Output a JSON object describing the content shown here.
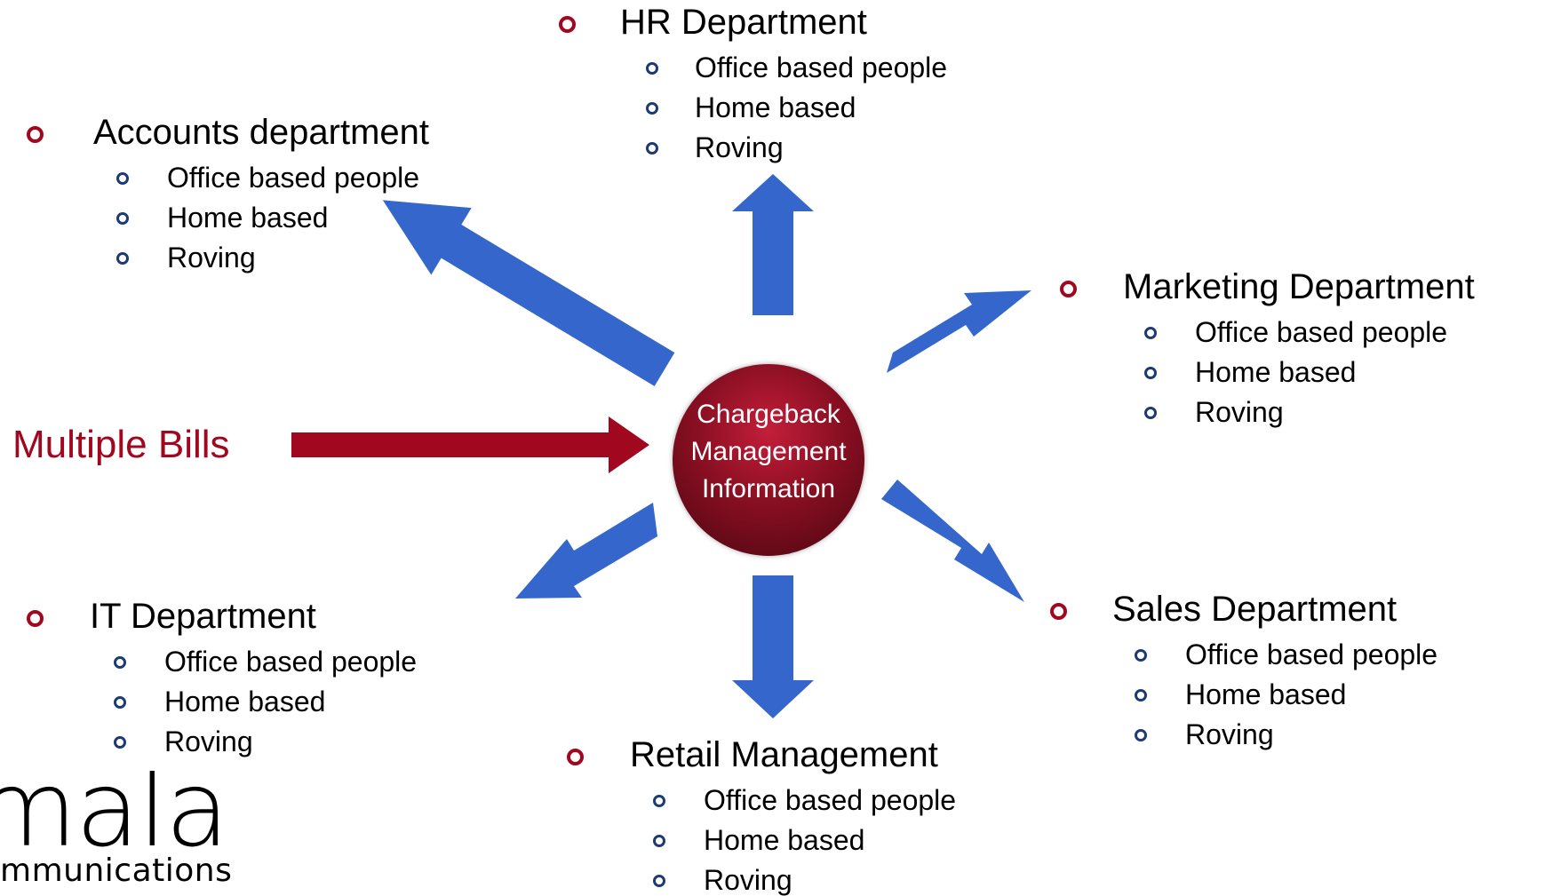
{
  "hub": {
    "lines": [
      "Chargeback",
      "Management",
      "Information"
    ]
  },
  "input": {
    "label": "Multiple Bills"
  },
  "departments": {
    "hr": {
      "title": "HR Department",
      "items": [
        "Office based people",
        "Home based",
        "Roving"
      ]
    },
    "accounts": {
      "title": "Accounts department",
      "items": [
        "Office based people",
        "Home based",
        "Roving"
      ]
    },
    "marketing": {
      "title": "Marketing Department",
      "items": [
        "Office based people",
        "Home based",
        "Roving"
      ]
    },
    "it": {
      "title": "IT Department",
      "items": [
        "Office based people",
        "Home based",
        "Roving"
      ]
    },
    "sales": {
      "title": "Sales Department",
      "items": [
        "Office based people",
        "Home based",
        "Roving"
      ]
    },
    "retail": {
      "title": "Retail Management",
      "items": [
        "Office based people",
        "Home based",
        "Roving"
      ]
    }
  },
  "logo": {
    "wordmark": "mala",
    "tagline": "mmunications"
  },
  "colors": {
    "arrow": "#3566cc",
    "input_arrow": "#a1081f",
    "hub": "#8a0f22",
    "accent_text": "#a1081f"
  }
}
